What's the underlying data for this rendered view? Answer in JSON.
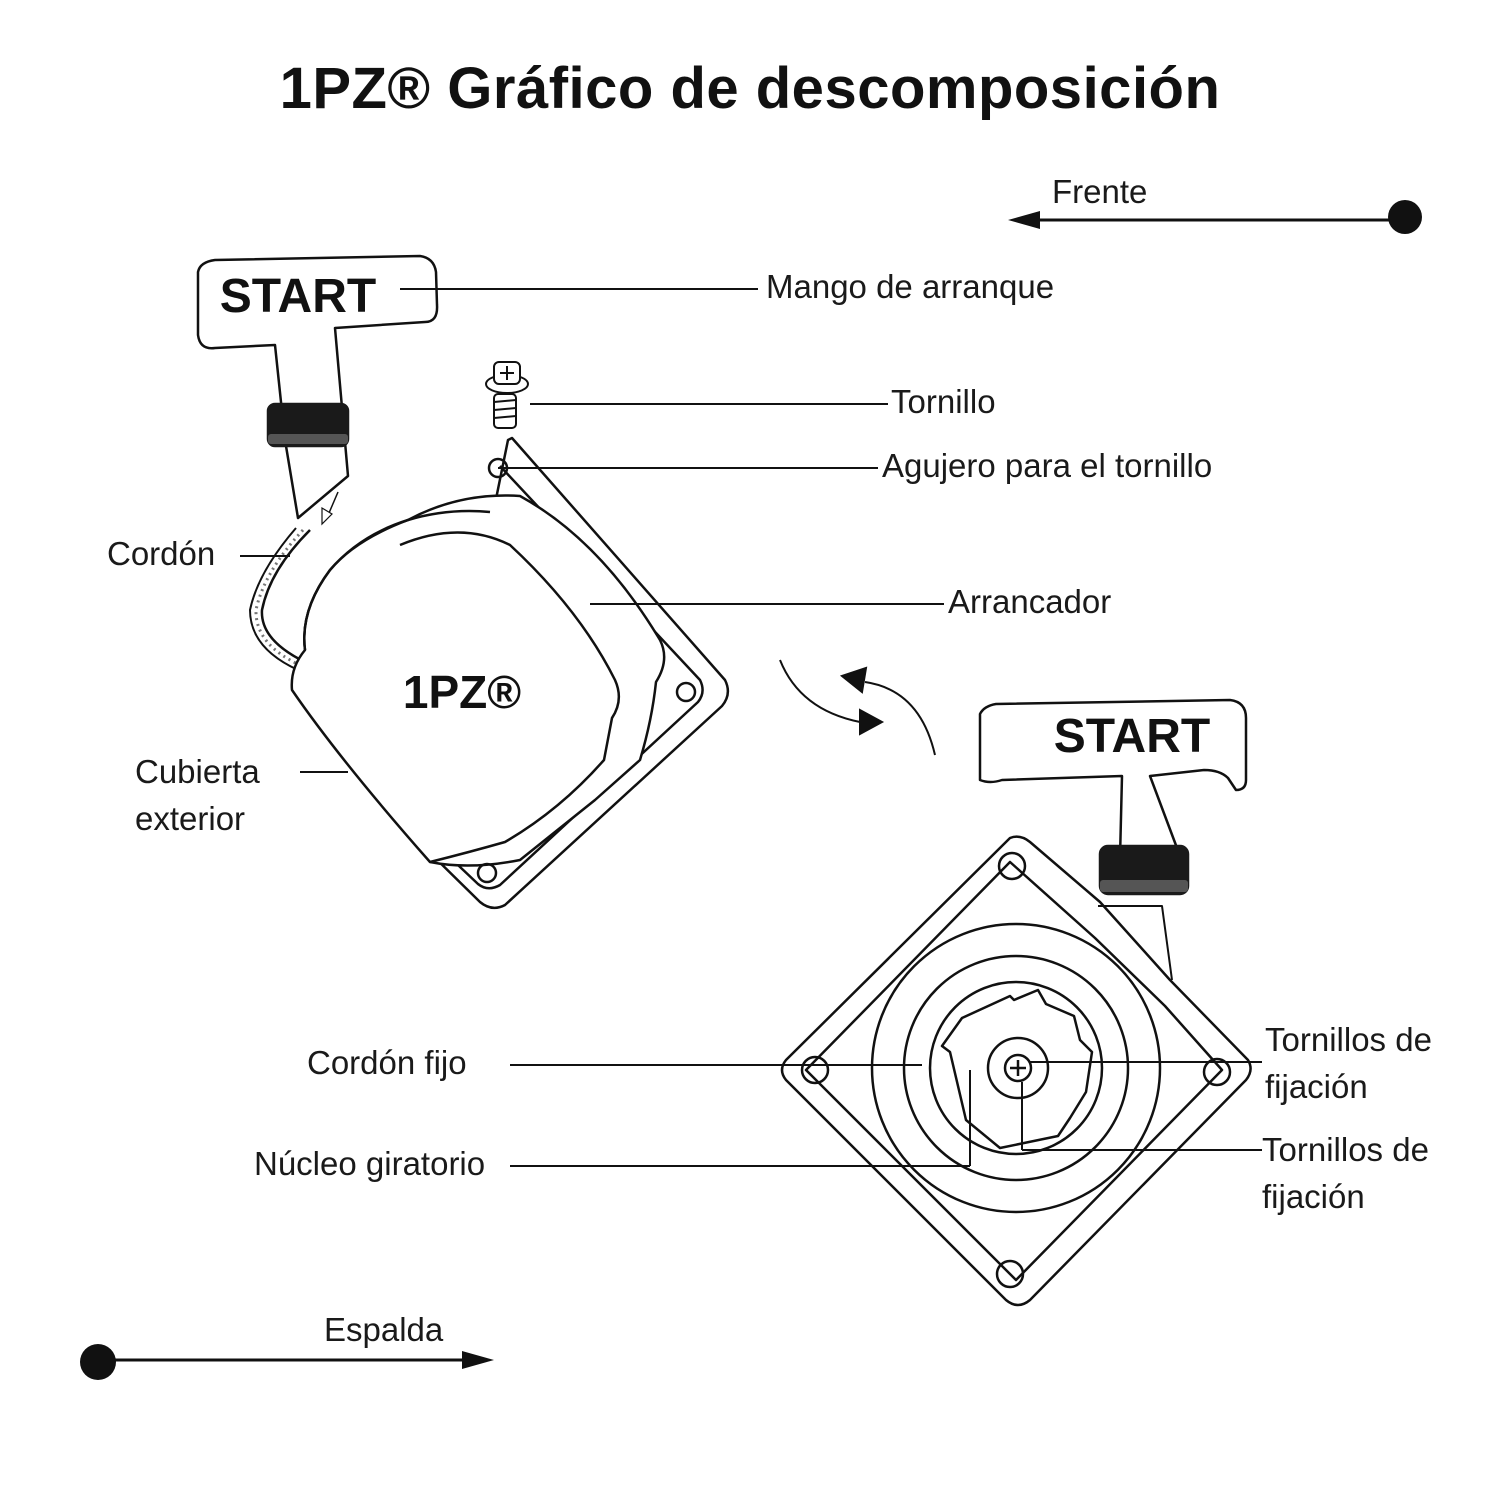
{
  "title": "1PZ® Gráfico de descomposición",
  "directions": {
    "front": "Frente",
    "back": "Espalda"
  },
  "handle_text": "START",
  "brand": "1PZ®",
  "labels": {
    "starter_handle": "Mango de arranque",
    "screw": "Tornillo",
    "screw_hole": "Agujero para el tornillo",
    "cord": "Cordón",
    "starter": "Arrancador",
    "outer_cover": "Cubierta exterior",
    "fixed_cord": "Cordón fijo",
    "rotating_core": "Núcleo giratorio",
    "fixing_screws_1": "Tornillos de fijación",
    "fixing_screws_2": "Tornillos de fijación"
  },
  "colors": {
    "ink": "#111111",
    "background": "#ffffff",
    "grip": "#1a1a1a"
  }
}
